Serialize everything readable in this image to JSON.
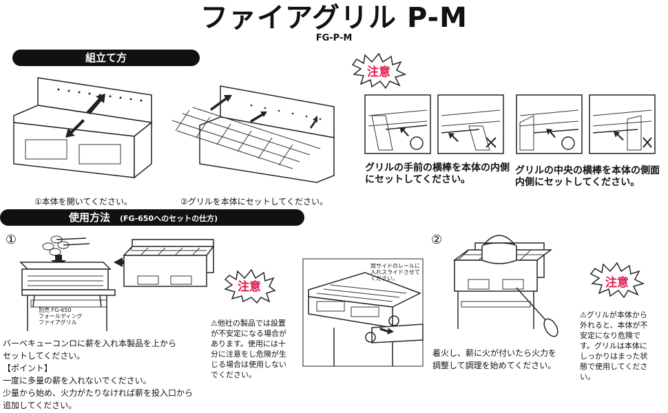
{
  "header": {
    "title": "ファイアグリル P-M",
    "model": "FG-P-M"
  },
  "assembly": {
    "heading": "組立て方",
    "step1_caption": "①本体を開いてください。",
    "step2_caption": "②グリルを本体にセットしてください。"
  },
  "caution_top": {
    "badge": "注意",
    "note_left": "グリルの手前の横棒を本体の内側にセットしてください。",
    "note_right": "グリルの中央の横棒を本体の側面内側にセットしてください。"
  },
  "usage": {
    "heading": "使用方法",
    "subheading": "(FG-650へのセットの仕方)",
    "step1_number": "①",
    "step2_number": "②",
    "sold_separately_label": "別売 FG-650\nフォールディング\nファイアグリル",
    "slide_label": "両サイドのレールに\n入れスライドさせて\nください。",
    "step1_text": "バーベキューコンロに薪を入れ本製品を上から\nセットしてください。\n【ポイント】\n一度に多量の薪を入れないでください。\n少量から始め、火力がたりなければ薪を投入口から\n追加してください。",
    "caution_badge": "注意",
    "caution_text": "⚠他社の製品では設置\nが不安定になる場合が\nあります。使用には十\n分に注意をし危険が生\nじる場合は使用しない\nでください。",
    "step2_text": "着火し、薪に火が付いたら火力を\n調整して調理を始めてください。",
    "caution2_badge": "注意",
    "caution2_text": "⚠グリルが本体から\n外れると、本体が不\n安定になり危険で\nす。グリルは本体に\nしっかりはまった状\n態で使用してくださ\nい。"
  },
  "symbols": {
    "ok": "○",
    "ng": "×"
  }
}
